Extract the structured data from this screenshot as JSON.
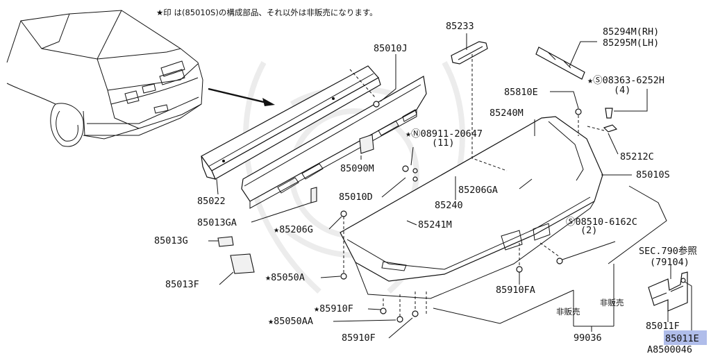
{
  "header_note": "★印 は(85010S)の構成部品、それ以外は非販売になります。",
  "diagram_code": "A8500046",
  "highlighted_part": "85011E",
  "labels": [
    {
      "id": "85233",
      "text": "85233"
    },
    {
      "id": "85294M",
      "text": "85294M(RH)"
    },
    {
      "id": "85295M",
      "text": "85295M(LH)"
    },
    {
      "id": "85010J",
      "text": "85010J"
    },
    {
      "id": "08363",
      "text": "★Ⓢ08363-6252H"
    },
    {
      "id": "08363q",
      "text": "(4)"
    },
    {
      "id": "85810E",
      "text": "85810E"
    },
    {
      "id": "85240M",
      "text": "85240M"
    },
    {
      "id": "08911",
      "text": "★Ⓝ08911-20647"
    },
    {
      "id": "08911q",
      "text": "(11)"
    },
    {
      "id": "85212C",
      "text": "85212C"
    },
    {
      "id": "85090M",
      "text": "85090M"
    },
    {
      "id": "85010S",
      "text": "85010S"
    },
    {
      "id": "85022",
      "text": "85022"
    },
    {
      "id": "85206GA",
      "text": "85206GA"
    },
    {
      "id": "85010D",
      "text": "85010D"
    },
    {
      "id": "85240",
      "text": "85240"
    },
    {
      "id": "85013GA",
      "text": "85013GA"
    },
    {
      "id": "85241M",
      "text": "85241M"
    },
    {
      "id": "85206G",
      "text": "★85206G"
    },
    {
      "id": "08510",
      "text": "Ⓢ08510-6162C"
    },
    {
      "id": "08510q",
      "text": "(2)"
    },
    {
      "id": "85013G",
      "text": "85013G"
    },
    {
      "id": "sec790",
      "text": "SEC.790参照"
    },
    {
      "id": "79104",
      "text": "(79104)"
    },
    {
      "id": "85013F",
      "text": "85013F"
    },
    {
      "id": "85050A",
      "text": "★85050A"
    },
    {
      "id": "85910FA",
      "text": "85910FA"
    },
    {
      "id": "85910F_star",
      "text": "★85910F"
    },
    {
      "id": "hihanbai1",
      "text": "非販売"
    },
    {
      "id": "hihanbai2",
      "text": "非販売"
    },
    {
      "id": "85050AA",
      "text": "★85050AA"
    },
    {
      "id": "85011F",
      "text": "85011F"
    },
    {
      "id": "85910F",
      "text": "85910F"
    },
    {
      "id": "99036",
      "text": "99036"
    },
    {
      "id": "85011E",
      "text": "85011E"
    }
  ]
}
